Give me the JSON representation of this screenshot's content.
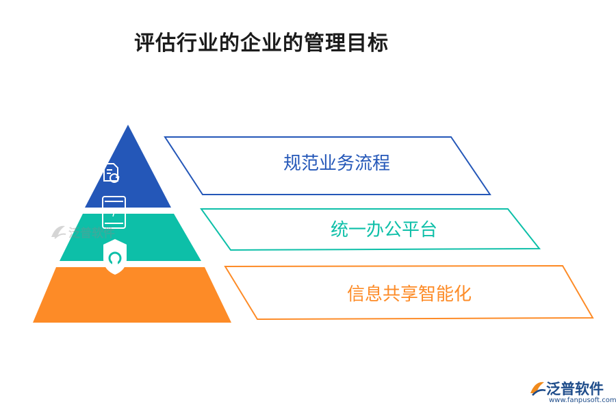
{
  "title": "评估行业的企业的管理目标",
  "levels": [
    {
      "label": "规范业务流程",
      "color": "#2457b8",
      "icon": "document-refresh-icon"
    },
    {
      "label": "统一办公平台",
      "color": "#0dbfa8",
      "icon": "tablet-icon"
    },
    {
      "label": "信息共享智能化",
      "color": "#fd8b27",
      "icon": "shield-lock-icon"
    }
  ],
  "watermark": {
    "text": "泛普软件"
  },
  "logo": {
    "text": "泛普软件",
    "url": "www.fanpusoft.com"
  }
}
